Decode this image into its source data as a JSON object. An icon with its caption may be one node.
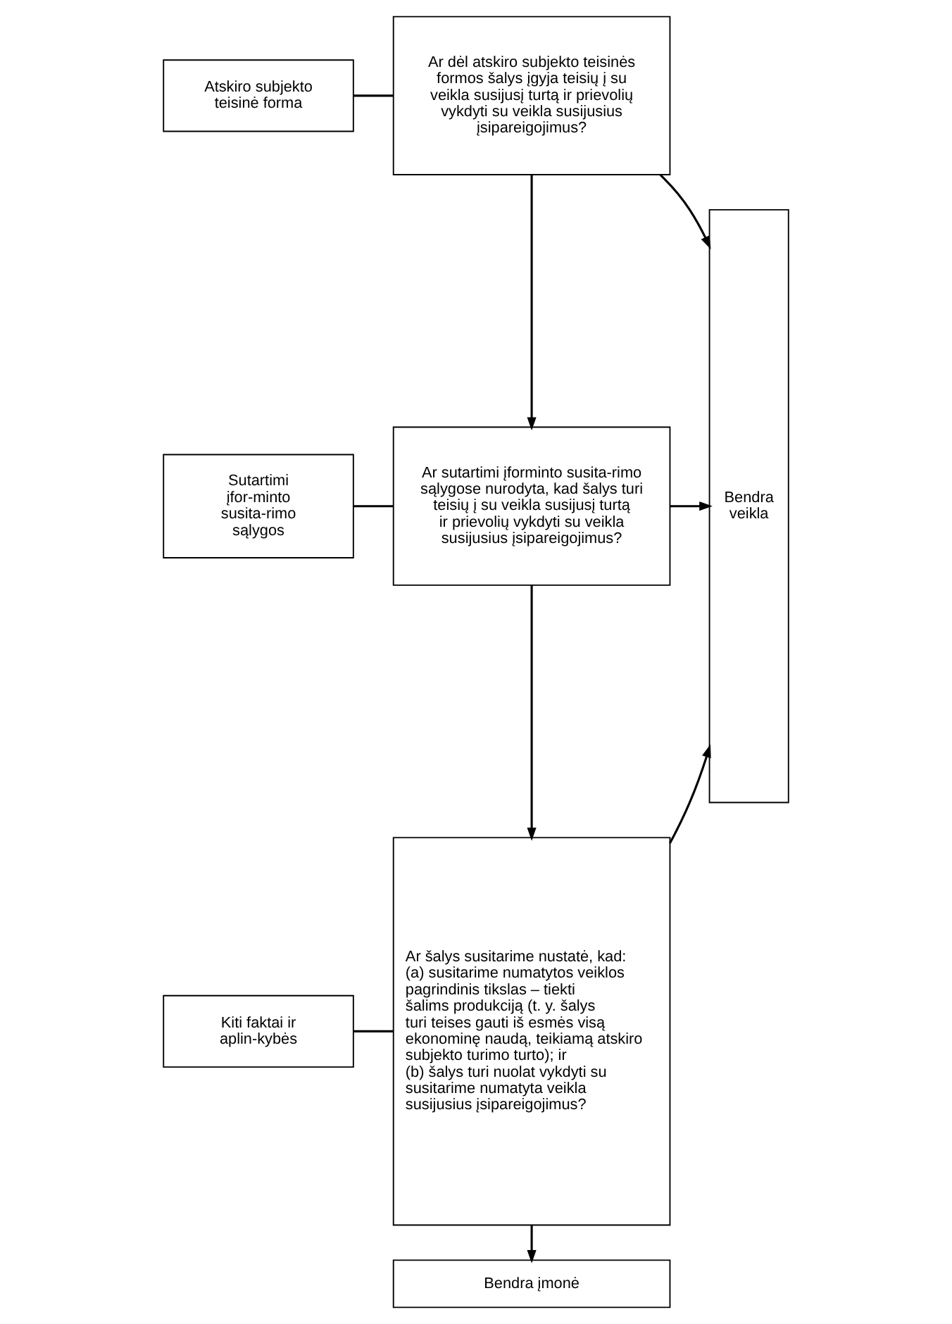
{
  "diagram": {
    "nodes": [
      {
        "text": [
          "Atskiro subjekto teisinė forma"
        ]
      },
      {
        "text": [
          "Ar dėl atskiro subjekto teisinės formos šalys įgyja teisių į su veikla susijusį turtą ir prievolių vykdyti su veikla susijusius įsipareigojimus?"
        ]
      },
      {
        "text": [
          "Sutartimi įfor-minto susita-rimo sąlygos"
        ]
      },
      {
        "text": [
          "Ar sutartimi įforminto susita-rimo sąlygose nurodyta, kad šalys turi teisių į su veikla susijusį turtą ir prievolių vykdyti su veikla susijusius įsipareigojimus?"
        ]
      },
      {
        "text": [
          "Kiti faktai ir aplin-kybės"
        ]
      },
      {
        "text": [
          "Ar šalys susitarime nustatė, kad:",
          "(a) susitarime numatytos veiklos pagrindinis tikslas – tiekti šalims produkciją (t. y. šalys turi teises gauti iš esmės visą ekonominę naudą, teikiamą atskiro subjekto turimo turto); ir",
          "(b) šalys turi nuolat vykdyti su susitarime numatyta veikla susijusius įsipareigojimus?"
        ]
      },
      {
        "text": [
          "Bendra veikla"
        ]
      },
      {
        "text": [
          "Bendra įmonė"
        ]
      }
    ],
    "edges": [
      {
        "from": 0,
        "to": 1,
        "arrow": "none"
      },
      {
        "from": 1,
        "to": 6,
        "arrow": "to"
      },
      {
        "from": 1,
        "to": 3,
        "arrow": "to"
      },
      {
        "from": 2,
        "to": 3,
        "arrow": "none"
      },
      {
        "from": 3,
        "to": 6,
        "arrow": "to"
      },
      {
        "from": 3,
        "to": 5,
        "arrow": "to"
      },
      {
        "from": 4,
        "to": 5,
        "arrow": "none"
      },
      {
        "from": 5,
        "to": 6,
        "arrow": "to"
      },
      {
        "from": 5,
        "to": 7,
        "arrow": "to"
      }
    ]
  }
}
